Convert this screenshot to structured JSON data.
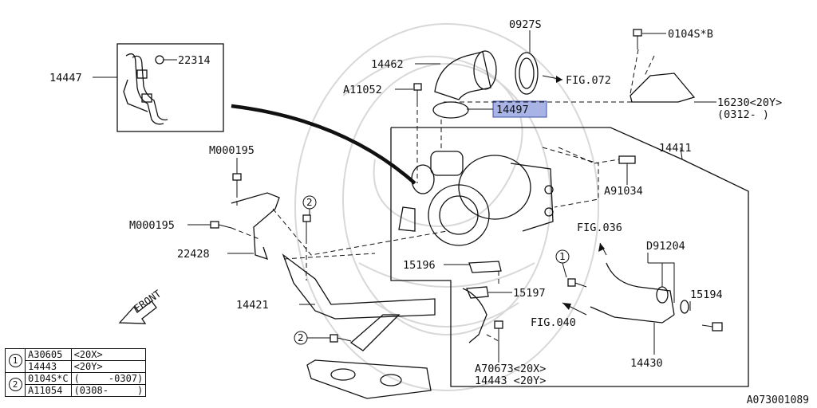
{
  "labels": {
    "p14447": "14447",
    "p22314": "22314",
    "p14462": "14462",
    "p0927s": "0927S",
    "p0104sb": "0104S*B",
    "a11052": "A11052",
    "p14497": "14497",
    "fig072": "FIG.072",
    "p16230": "16230<20Y>",
    "p16230r": "(0312-     )",
    "m000195a": "M000195",
    "m000195b": "M000195",
    "p14411": "14411",
    "a91034": "A91034",
    "p22428": "22428",
    "fig036": "FIG.036",
    "d91204": "D91204",
    "p15196": "15196",
    "p15197": "15197",
    "p15194": "15194",
    "p14421": "14421",
    "fig040": "FIG.040",
    "front": "FRONT",
    "p14430": "14430",
    "a70673": "A70673<20X>",
    "p14443": "14443  <20Y>",
    "c1": "1",
    "c2": "2",
    "c2b": "2",
    "c1b": "1"
  },
  "legend": {
    "rows": [
      {
        "group": "1",
        "part": "A30605",
        "note": "<20X>"
      },
      {
        "group": "1",
        "part": "14443",
        "note": "<20Y>"
      },
      {
        "group": "2",
        "part": "0104S*C",
        "note": "(     -0307)"
      },
      {
        "group": "2",
        "part": "A11054",
        "note": "(0308-     )"
      }
    ]
  },
  "reference": "A073001089",
  "colors": {
    "highlight": "#a8b4e6",
    "line": "#111111",
    "watermark": "#d8d8d8"
  }
}
